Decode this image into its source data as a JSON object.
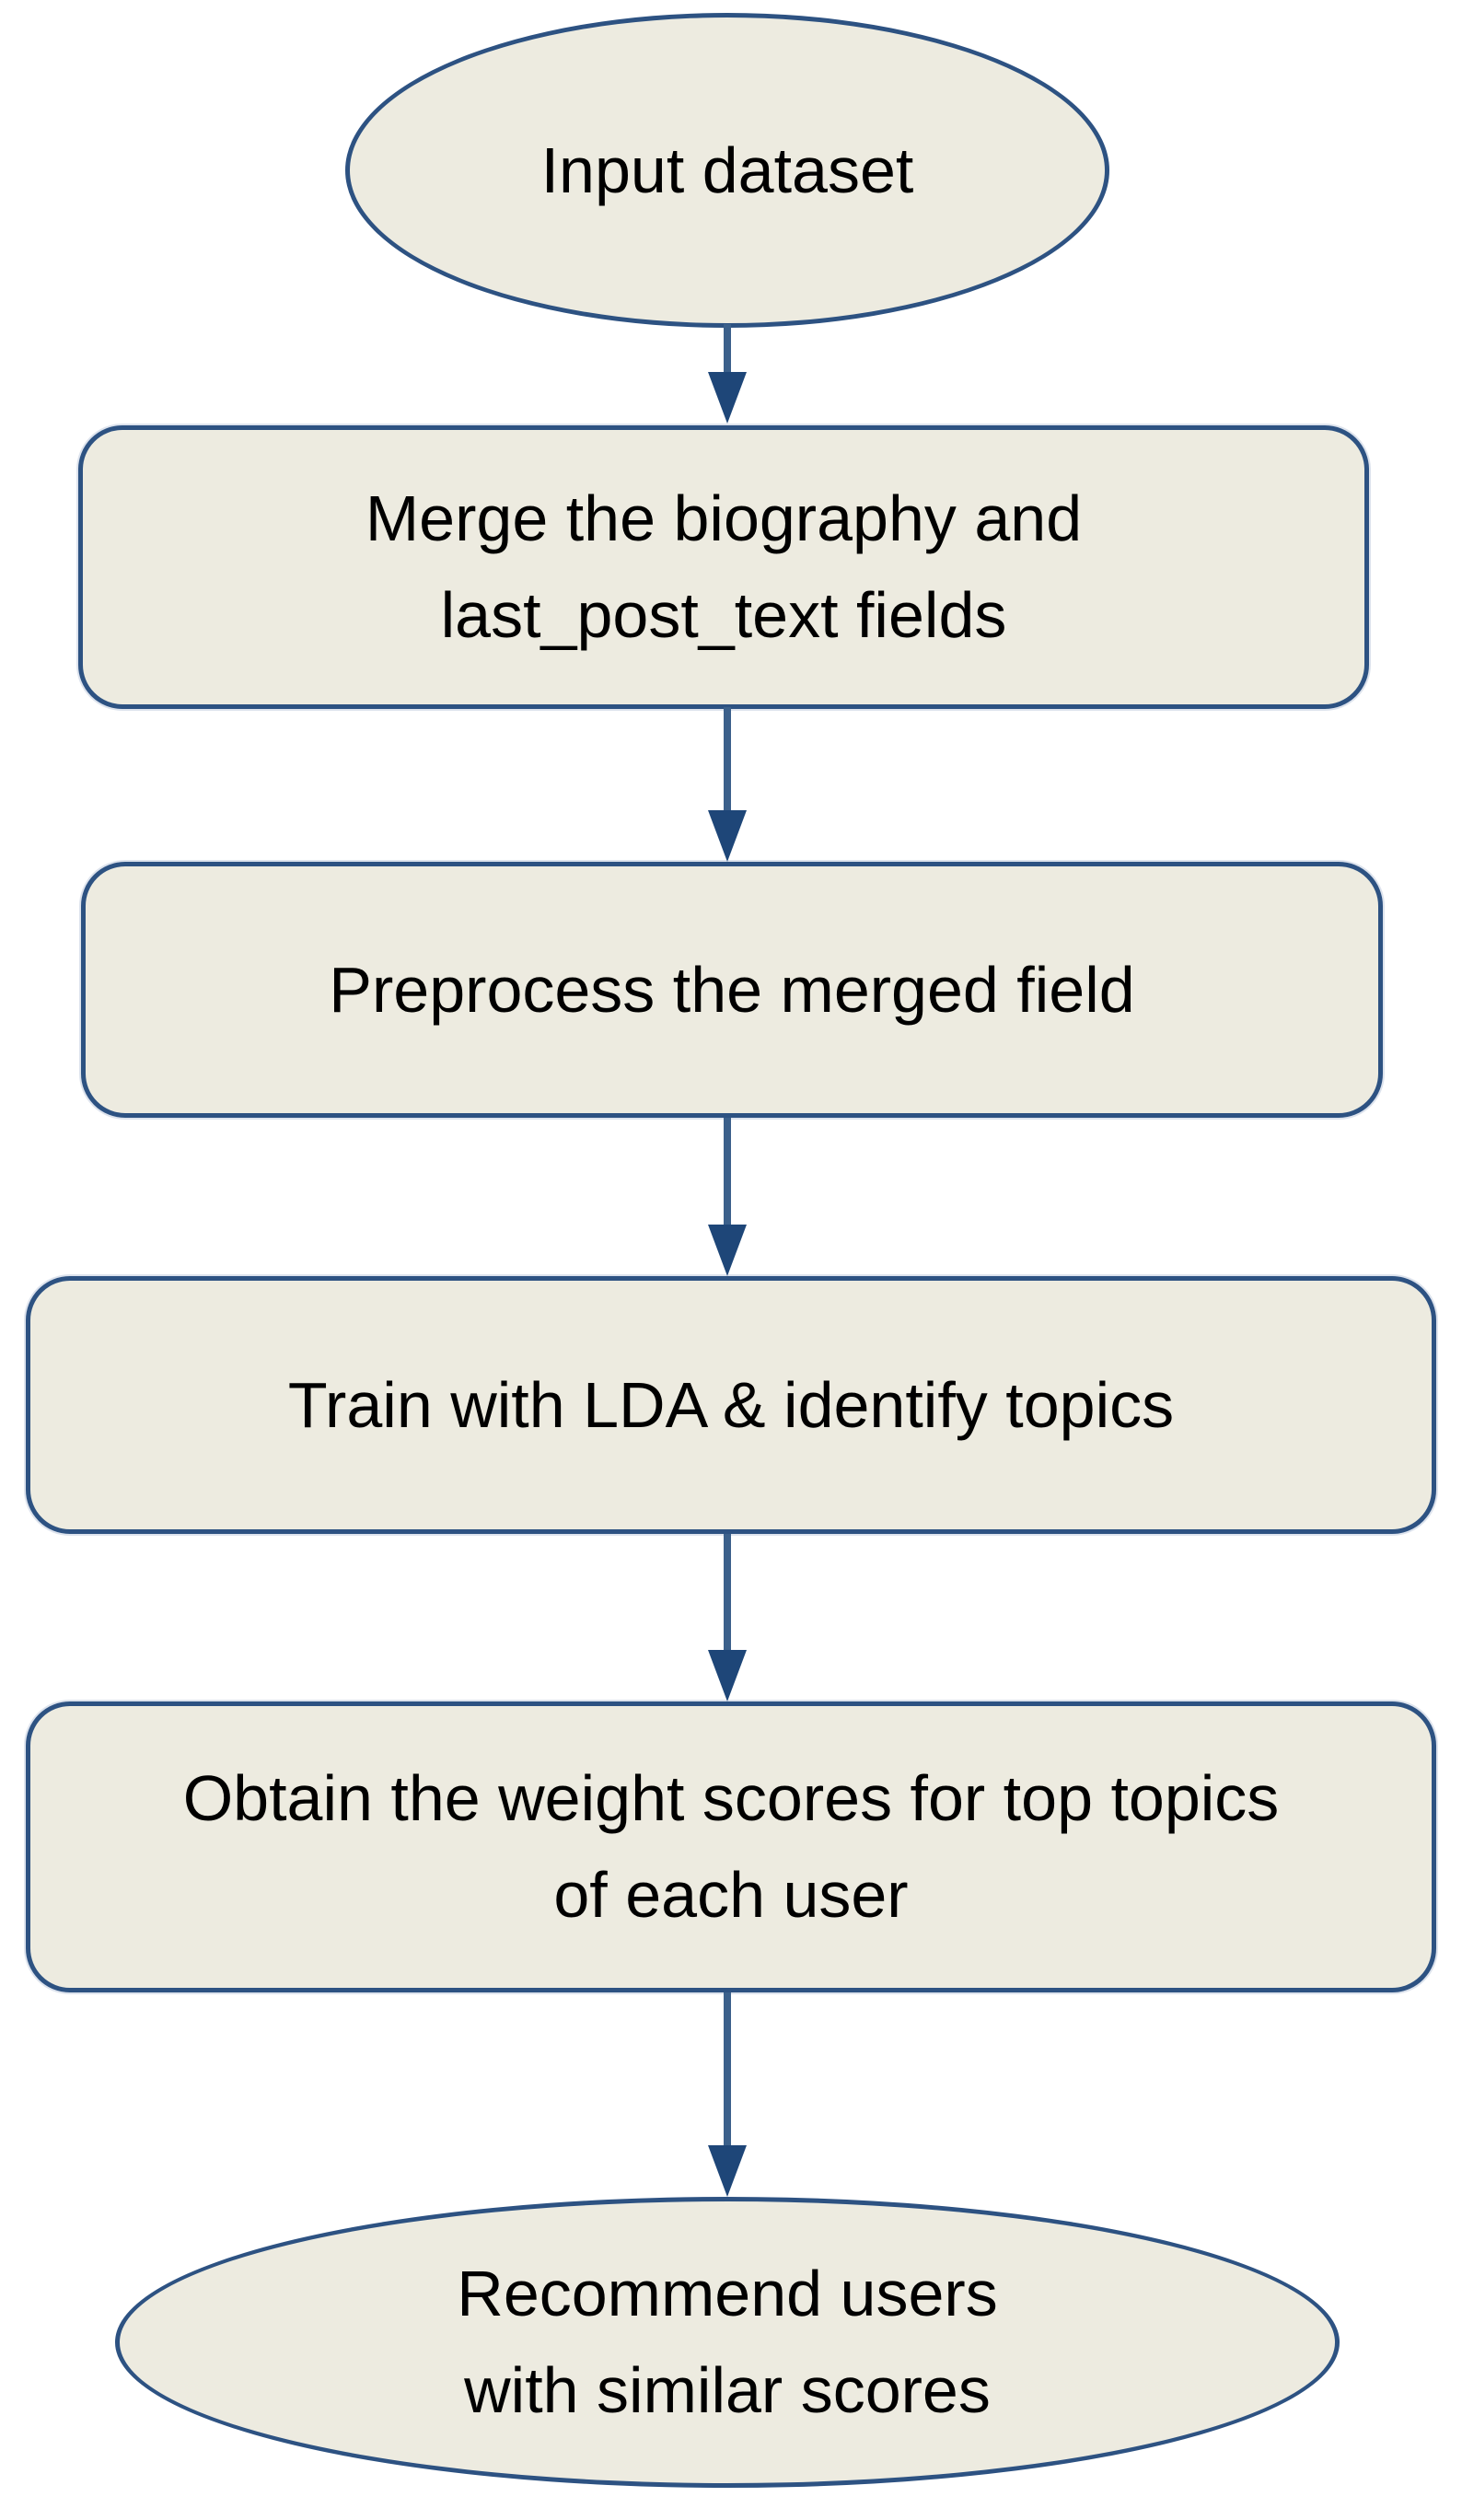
{
  "colors": {
    "shape_fill": "#edebe0",
    "shape_border": "#2d5282",
    "arrow_stem": "#3b608b",
    "arrow_head": "#1e4678",
    "text": "#000000",
    "background": "#ffffff"
  },
  "flowchart": {
    "nodes": [
      {
        "id": "start",
        "shape": "ellipse",
        "lines": [
          "Input dataset"
        ]
      },
      {
        "id": "merge-fields",
        "shape": "process",
        "lines": [
          "Merge the biography and",
          "last_post_text fields"
        ]
      },
      {
        "id": "preprocess",
        "shape": "process",
        "lines": [
          "Preprocess the merged field"
        ]
      },
      {
        "id": "train-lda",
        "shape": "process",
        "lines": [
          "Train with LDA & identify topics"
        ]
      },
      {
        "id": "weight-scores",
        "shape": "process",
        "lines": [
          "Obtain the weight scores for top topics",
          "of each user"
        ]
      },
      {
        "id": "recommend-users",
        "shape": "ellipse",
        "lines": [
          "Recommend users",
          "with similar scores"
        ]
      }
    ],
    "connections": [
      {
        "from": "start",
        "to": "merge-fields"
      },
      {
        "from": "merge-fields",
        "to": "preprocess"
      },
      {
        "from": "preprocess",
        "to": "train-lda"
      },
      {
        "from": "train-lda",
        "to": "weight-scores"
      },
      {
        "from": "weight-scores",
        "to": "recommend-users"
      }
    ]
  }
}
